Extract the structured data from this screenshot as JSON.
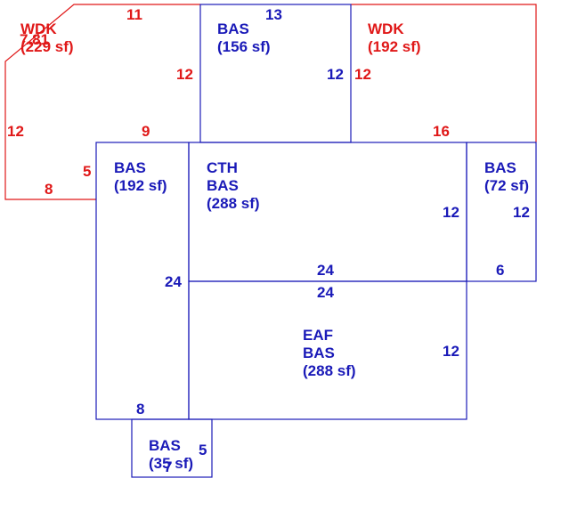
{
  "areas": {
    "wdk_left": {
      "label": "WDK",
      "size": "(229 sf)",
      "overlap_text": "7.81"
    },
    "bas_top": {
      "label": "BAS",
      "size": "(156 sf)"
    },
    "wdk_right": {
      "label": "WDK",
      "size": "(192 sf)"
    },
    "bas_left": {
      "label": "BAS",
      "size": "(192 sf)"
    },
    "cth_bas": {
      "label1": "CTH",
      "label2": "BAS",
      "size": "(288 sf)"
    },
    "bas_right": {
      "label": "BAS",
      "size": "(72 sf)"
    },
    "eaf_bas": {
      "label1": "EAF",
      "label2": "BAS",
      "size": "(288 sf)"
    },
    "bas_bottom": {
      "label": "BAS",
      "size": "(35 sf)"
    }
  },
  "dimensions": {
    "wdk_left_top": "11",
    "bas_top_top": "13",
    "wdk_left_right": "12",
    "bas_top_right": "12",
    "wdk_right_left": "12",
    "wdk_left_side": "12",
    "wdk_left_bottom": "9",
    "wdk_right_bottom": "16",
    "wdk_left_notch": "5",
    "wdk_left_base": "8",
    "cth_right": "12",
    "bas_right_right": "12",
    "bas_left_right": "24",
    "cth_bottom": "24",
    "bas_right_bottom": "6",
    "eaf_top": "24",
    "eaf_right": "12",
    "bas_left_bottom": "8",
    "bas_bottom_right": "5",
    "bas_bottom_bottom": "7"
  },
  "colors": {
    "wdk": "#e01818",
    "bas": "#1a1ab8"
  }
}
